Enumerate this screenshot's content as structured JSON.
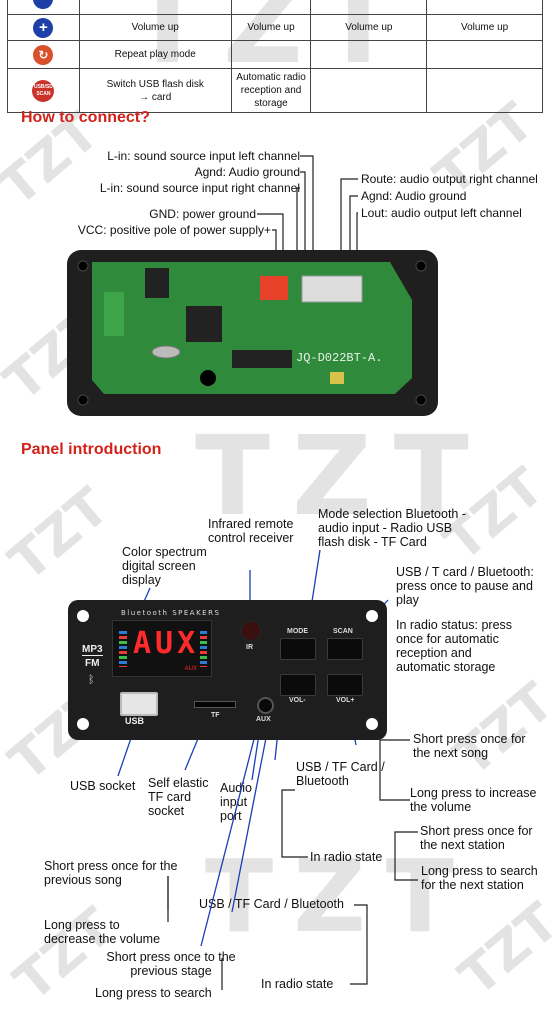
{
  "colors": {
    "heading": "#d2231b",
    "board_black": "#1f1f1f",
    "pcb_green": "#2f8a3c",
    "display_red": "#ff2a2a",
    "leader_blue": "#1a3fb8",
    "watermark": "#e3e3e3"
  },
  "watermarks": {
    "brand": "TZT"
  },
  "table": {
    "rows": [
      {
        "icon": "vol-down-icon",
        "cells": [
          "",
          "",
          "",
          ""
        ]
      },
      {
        "icon": "plus-icon",
        "cells": [
          "Volume up",
          "Volume up",
          "Volume up",
          "Volume up"
        ]
      },
      {
        "icon": "repeat-icon",
        "cells": [
          "Repeat play mode",
          "",
          "",
          ""
        ]
      },
      {
        "icon": "usb-scan-icon",
        "icon_text_1": "USB/SD",
        "icon_text_2": "SCAN",
        "cells": [
          "Switch USB flash disk → card",
          "Automatic radio reception and storage",
          "",
          ""
        ]
      }
    ]
  },
  "connect": {
    "heading": "How to connect?",
    "labels": {
      "lin_left": "L-in: sound source input left channel",
      "agnd_left": "Agnd: Audio ground",
      "lin_right": "L-in: sound source input right channel",
      "gnd": "GND: power ground",
      "vcc": "VCC: positive pole of power supply+",
      "route": "Route: audio output right channel",
      "agnd_right": "Agnd: Audio ground",
      "lout": "Lout: audio output left channel"
    },
    "board_marking": "JQ-D022BT-A."
  },
  "panel": {
    "heading": "Panel introduction",
    "device": {
      "speakers_label": "Bluetooth SPEAKERS",
      "mp3": "MP3",
      "fm": "FM",
      "display_text": "AUX",
      "display_sub": "AUX",
      "usb": "USB",
      "tf": "TF",
      "aux": "AUX",
      "ir": "IR",
      "mode": "MODE",
      "scan": "SCAN",
      "vol_minus": "VOL-",
      "vol_plus": "VOL+"
    },
    "labels": {
      "ir_receiver": "Infrared remote control receiver",
      "spectrum": "Color spectrum digital screen display",
      "mode_selection": "Mode selection Bluetooth - audio input - Radio USB flash disk - TF Card",
      "pause_play": "USB / T card / Bluetooth: press once to pause and play",
      "radio_status": "In radio status: press once for automatic reception and automatic storage",
      "next_song": "Short press once for the next song",
      "increase_volume": "Long press to increase the volume",
      "usb_tf_bt_1": "USB / TF Card / Bluetooth",
      "next_station_short": "Short press once for the next station",
      "in_radio_state_1": "In radio state",
      "search_next_station": "Long press to search for the next station",
      "usb_socket": "USB socket",
      "tf_socket": "Self elastic TF card socket",
      "aux_port": "Audio input port",
      "prev_song": "Short press once for the previous song",
      "decrease_volume": "Long press to decrease the volume",
      "usb_tf_bt_2": "USB / TF Card / Bluetooth",
      "prev_stage": "Short press once to the previous stage",
      "in_radio_state_2": "In radio state",
      "long_search": "Long press to search"
    }
  }
}
